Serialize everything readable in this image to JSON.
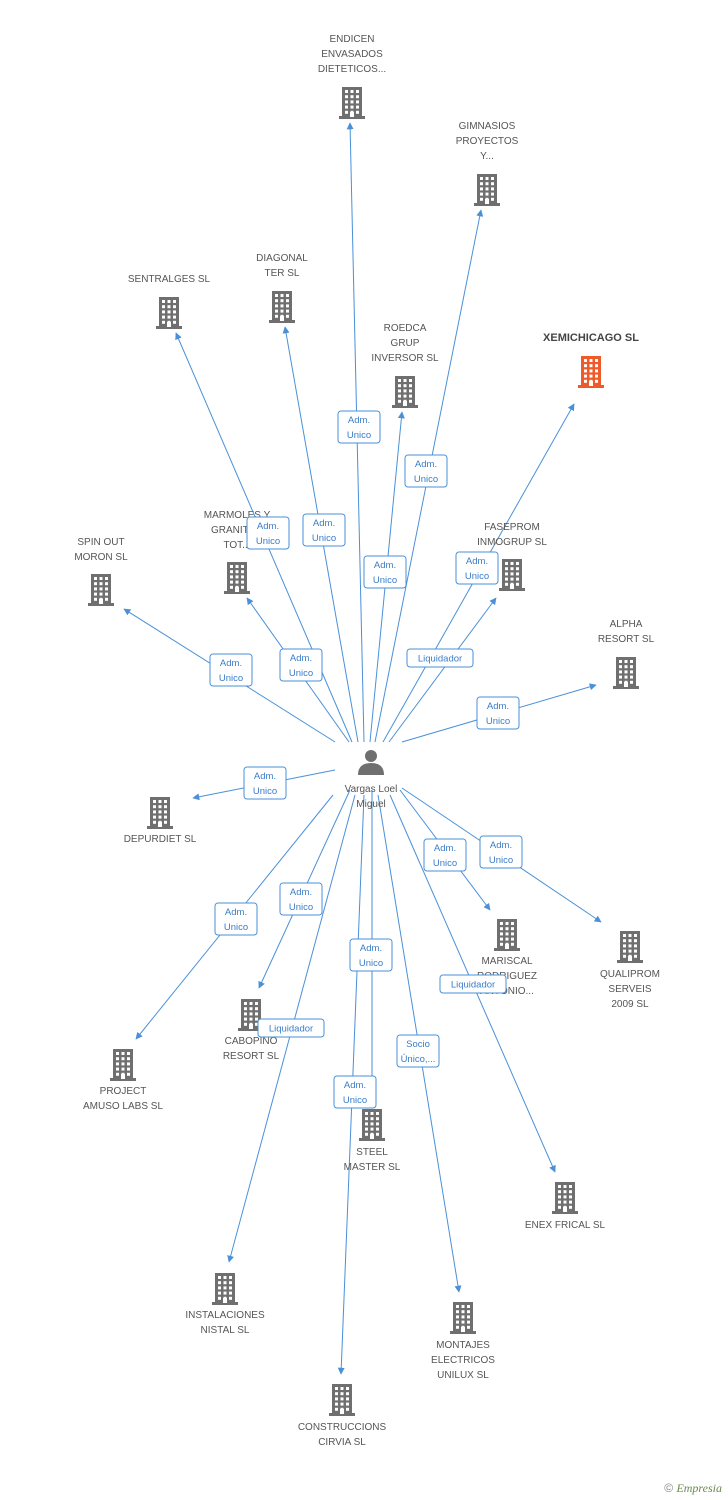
{
  "colors": {
    "edge": "#4a90d9",
    "building": "#6f6f6f",
    "building_focus": "#ef5a2a",
    "person": "#6f6f6f"
  },
  "center": {
    "name_line1": "Vargas Loel",
    "name_line2": "Miguel",
    "icon": "person-icon"
  },
  "companies": [
    {
      "id": "endicen",
      "lines": [
        "ENDICEN",
        "ENVASADOS",
        "DIETETICOS..."
      ],
      "focus": false
    },
    {
      "id": "gimnasios",
      "lines": [
        "GIMNASIOS",
        "PROYECTOS",
        "Y..."
      ],
      "focus": false
    },
    {
      "id": "diagonal",
      "lines": [
        "DIAGONAL",
        "TER SL"
      ],
      "focus": false
    },
    {
      "id": "sentralges",
      "lines": [
        "SENTRALGES SL"
      ],
      "focus": false
    },
    {
      "id": "roedca",
      "lines": [
        "ROEDCA",
        "GRUP",
        "INVERSOR  SL"
      ],
      "focus": false
    },
    {
      "id": "xemichicago",
      "lines": [
        "XEMICHICAGO SL"
      ],
      "focus": true
    },
    {
      "id": "marmoles",
      "lines": [
        "MARMOLES Y",
        "GRANITOS",
        "TOT..."
      ],
      "focus": false
    },
    {
      "id": "faseprom",
      "lines": [
        "FASEPROM",
        "INMOGRUP SL"
      ],
      "focus": false
    },
    {
      "id": "spinout",
      "lines": [
        "SPIN OUT",
        "MORON SL"
      ],
      "focus": false
    },
    {
      "id": "alpha",
      "lines": [
        "ALPHA",
        "RESORT SL"
      ],
      "focus": false
    },
    {
      "id": "depurdiet",
      "lines": [
        "DEPURDIET SL"
      ],
      "focus": false
    },
    {
      "id": "mariscal",
      "lines": [
        "MARISCAL",
        "RODRIGUEZ",
        "ANTONIO..."
      ],
      "focus": false
    },
    {
      "id": "qualiprom",
      "lines": [
        "QUALIPROM",
        "SERVEIS",
        "2009 SL"
      ],
      "focus": false
    },
    {
      "id": "cabopino",
      "lines": [
        "CABOPINO",
        "RESORT SL"
      ],
      "focus": false
    },
    {
      "id": "project",
      "lines": [
        "PROJECT",
        "AMUSO LABS SL"
      ],
      "focus": false
    },
    {
      "id": "steel",
      "lines": [
        "STEEL",
        "MASTER SL"
      ],
      "focus": false
    },
    {
      "id": "enex",
      "lines": [
        "ENEX FRICAL SL"
      ],
      "focus": false
    },
    {
      "id": "instalaciones",
      "lines": [
        "INSTALACIONES",
        "NISTAL SL"
      ],
      "focus": false
    },
    {
      "id": "montajes",
      "lines": [
        "MONTAJES",
        "ELECTRICOS",
        "UNILUX SL"
      ],
      "focus": false
    },
    {
      "id": "construccions",
      "lines": [
        "CONSTRUCCIONS",
        "CIRVIA SL"
      ],
      "focus": false
    }
  ],
  "edges": [
    {
      "to": "endicen",
      "role": [
        "Adm.",
        "Unico"
      ]
    },
    {
      "to": "gimnasios",
      "role": [
        "Adm.",
        "Unico"
      ]
    },
    {
      "to": "diagonal",
      "role": [
        "Adm.",
        "Unico"
      ]
    },
    {
      "to": "sentralges",
      "role": [
        "Adm.",
        "Unico"
      ]
    },
    {
      "to": "roedca",
      "role": [
        "Adm.",
        "Unico"
      ]
    },
    {
      "to": "xemichicago",
      "role": [
        "Adm.",
        "Unico"
      ]
    },
    {
      "to": "marmoles",
      "role": [
        "Adm.",
        "Unico"
      ]
    },
    {
      "to": "faseprom",
      "role": [
        "Liquidador"
      ]
    },
    {
      "to": "spinout",
      "role": [
        "Adm.",
        "Unico"
      ]
    },
    {
      "to": "alpha",
      "role": [
        "Adm.",
        "Unico"
      ]
    },
    {
      "to": "depurdiet",
      "role": [
        "Adm.",
        "Unico"
      ]
    },
    {
      "to": "mariscal",
      "role": [
        "Adm.",
        "Unico"
      ]
    },
    {
      "to": "qualiprom",
      "role": [
        "Adm.",
        "Unico"
      ]
    },
    {
      "to": "cabopino",
      "role": [
        "Adm.",
        "Unico"
      ]
    },
    {
      "to": "project",
      "role": [
        "Adm.",
        "Unico"
      ]
    },
    {
      "to": "steel",
      "role": [
        "Adm.",
        "Unico"
      ]
    },
    {
      "to": "enex",
      "role": [
        "Liquidador"
      ]
    },
    {
      "to": "instalaciones",
      "role": [
        "Liquidador"
      ]
    },
    {
      "to": "montajes",
      "role": [
        "Socio",
        "Único,..."
      ]
    },
    {
      "to": "construccions",
      "role": [
        "Adm.",
        "Unico"
      ]
    }
  ],
  "footer": {
    "copyright": "©",
    "brand": "Empresia"
  }
}
